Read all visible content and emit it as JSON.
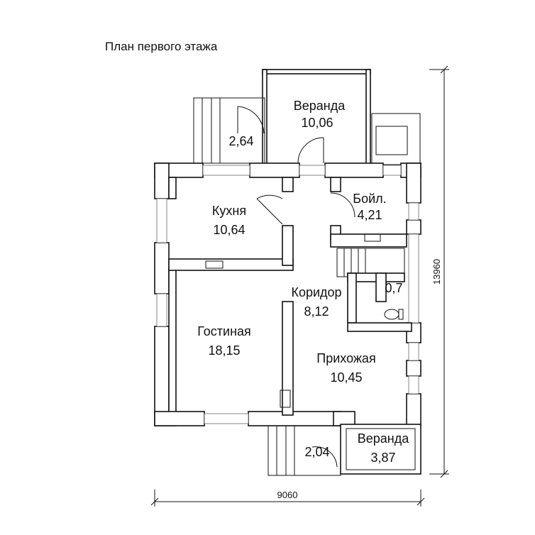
{
  "title": "План первого этажа",
  "rooms": [
    {
      "name": "Веранда",
      "area": "10,06"
    },
    {
      "name": "",
      "area": "2,64"
    },
    {
      "name": "Кухня",
      "area": "10,64"
    },
    {
      "name": "Бойл.",
      "area": "4,21"
    },
    {
      "name": "",
      "area": "0,7"
    },
    {
      "name": "Коридор",
      "area": "8,12"
    },
    {
      "name": "Гостиная",
      "area": "18,15"
    },
    {
      "name": "Прихожая",
      "area": "10,45"
    },
    {
      "name": "",
      "area": "2,04"
    },
    {
      "name": "Веранда",
      "area": "3,87"
    }
  ],
  "dimensions": {
    "width": "9060",
    "height": "13960"
  }
}
